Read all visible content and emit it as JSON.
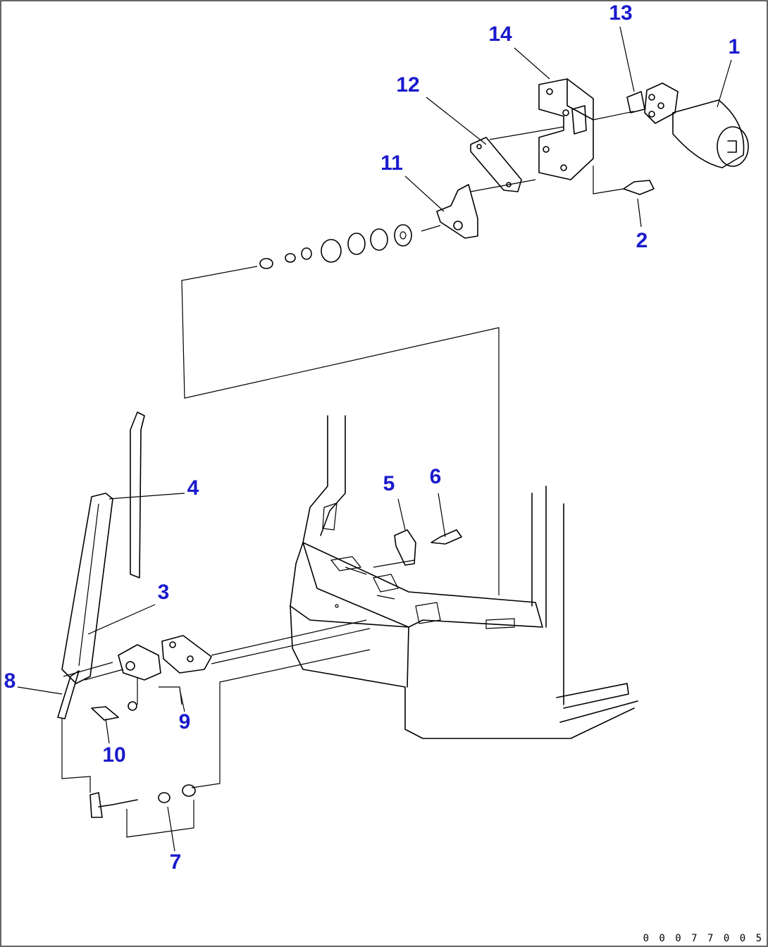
{
  "callouts": {
    "c1": "1",
    "c2": "2",
    "c3": "3",
    "c4": "4",
    "c5": "5",
    "c6": "6",
    "c7": "7",
    "c8": "8",
    "c9": "9",
    "c10": "10",
    "c11": "11",
    "c12": "12",
    "c13": "13",
    "c14": "14"
  },
  "drawing_code": "0 0 0 7 7 0 0 5",
  "colors": {
    "callout": "#1a1acc",
    "line": "#000000",
    "background": "#ffffff"
  }
}
